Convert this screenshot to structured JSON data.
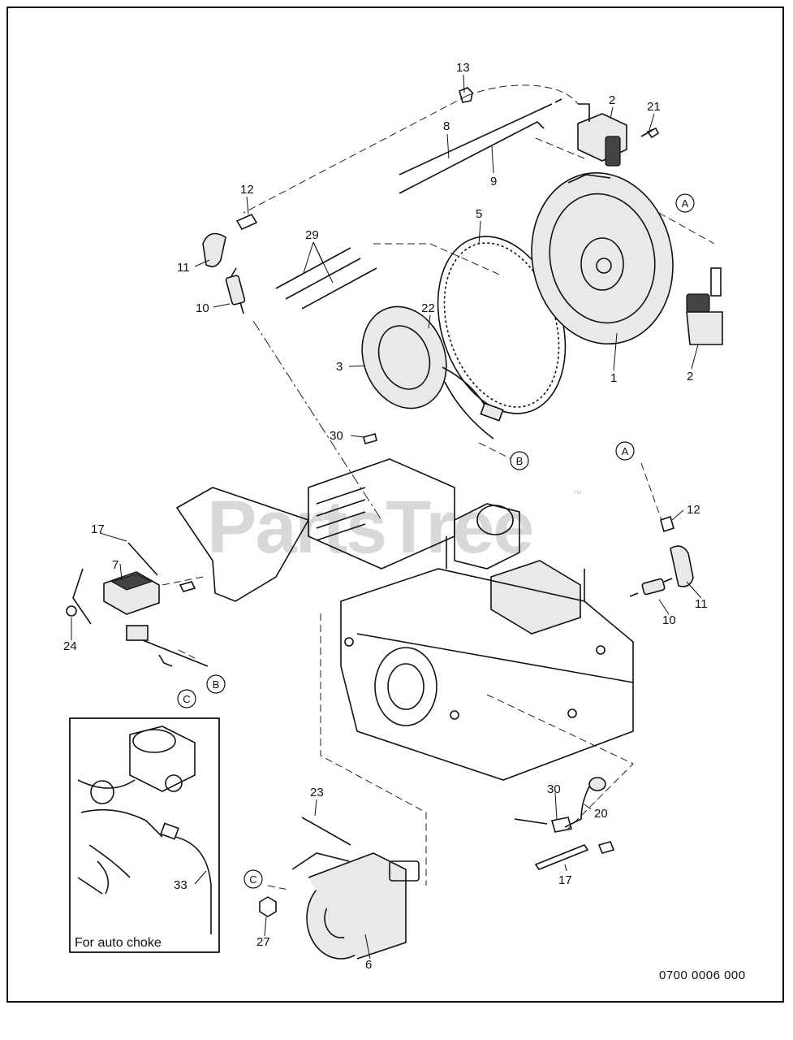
{
  "diagram": {
    "watermark": "PartsTree",
    "watermark_tm": "™",
    "drawing_number": "0700 0006 000",
    "inset_caption": "For auto choke",
    "callouts": [
      "13",
      "2",
      "21",
      "8",
      "9",
      "12",
      "29",
      "11",
      "10",
      "5",
      "A",
      "22",
      "3",
      "1",
      "2",
      "30",
      "B",
      "A",
      "12",
      "17",
      "7",
      "11",
      "10",
      "24",
      "B",
      "C",
      "23",
      "30",
      "20",
      "C",
      "33",
      "27",
      "6",
      "17"
    ]
  },
  "colors": {
    "line": "#111111",
    "watermark": "#d8d8d8",
    "background": "#ffffff"
  }
}
